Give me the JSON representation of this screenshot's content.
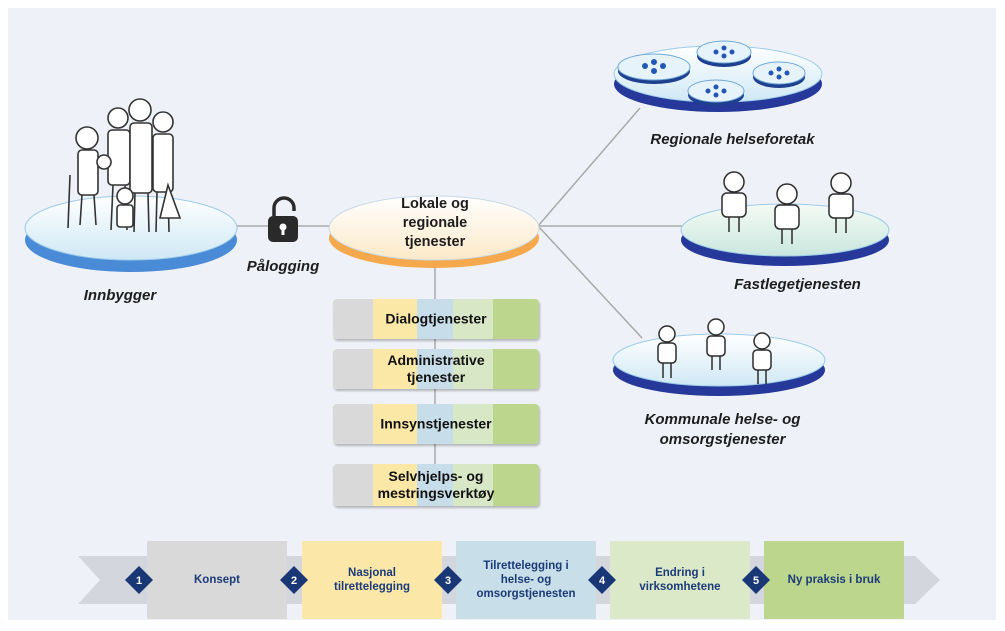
{
  "nodes": {
    "innbygger": "Innbygger",
    "palogging": "Pålogging",
    "center": "Lokale og\nregionale\ntjenester",
    "regionale": "Regionale helseforetak",
    "fastlege": "Fastlegetjenesten",
    "kommunale": "Kommunale helse- og\nomsorgstjenester"
  },
  "services": [
    "Dialogtjenester",
    "Administrative\ntjenester",
    "Innsynstjenester",
    "Selvhjelps- og\nmestringsverktøy"
  ],
  "steps": [
    {
      "number": "1",
      "label": "Konsept",
      "color": "#d9d9d9"
    },
    {
      "number": "2",
      "label": "Nasjonal\ntilrettelegging",
      "color": "#fbe8a8"
    },
    {
      "number": "3",
      "label": "Tilrettelegging i\nhelse- og\nomsorgstjenesten",
      "color": "#c8dfea"
    },
    {
      "number": "4",
      "label": "Endring i\nvirksomhetene",
      "color": "#dbe9c9"
    },
    {
      "number": "5",
      "label": "Ny praksis i bruk",
      "color": "#bcd68d"
    }
  ],
  "colors": {
    "platform_blue": "#1e3a9a",
    "platform_light": "#d8ecf8",
    "center_orange": "#f5a94c",
    "diamond": "#1a3775"
  },
  "icons": [
    "lock-icon",
    "people-group-icon",
    "doctor-icon",
    "nurse-icon",
    "hospital-icon"
  ]
}
